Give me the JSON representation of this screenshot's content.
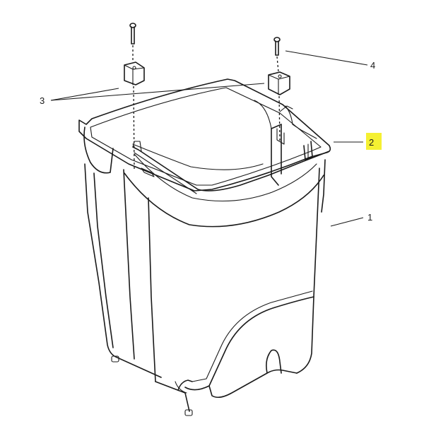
{
  "callouts": [
    {
      "id": "1",
      "label": "1"
    },
    {
      "id": "2",
      "label": "2",
      "highlighted": true
    },
    {
      "id": "3",
      "label": "3"
    },
    {
      "id": "4",
      "label": "4"
    }
  ],
  "colors": {
    "line": "#1a1a1a",
    "highlight": "#f5f032",
    "background": "#ffffff"
  }
}
